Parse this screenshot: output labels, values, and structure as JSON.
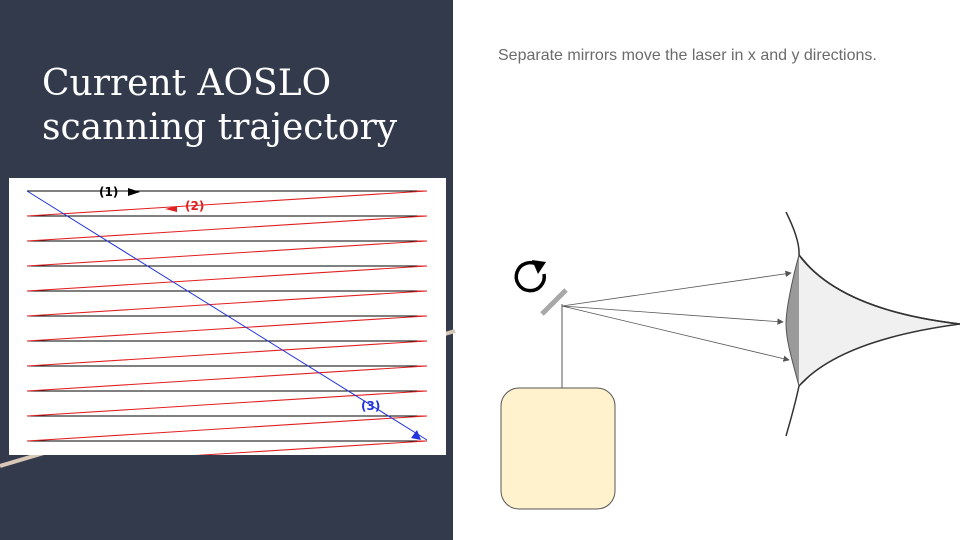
{
  "slide": {
    "title_line1": "Current AOSLO",
    "title_line2": "scanning trajectory",
    "subtitle": "Separate mirrors move the laser in x and y directions.",
    "colors": {
      "panel_background": "#323a4c",
      "scan_fast_lines": "#000000",
      "scan_return_lines": "#e02020",
      "scan_slow_diagonal": "#2233dd",
      "laser_box_fill": "#fff2cc",
      "accent_line": "#d8c8b8",
      "mirror": "#a8a8a8",
      "lens": "#9a9a9a"
    }
  },
  "scan_figure": {
    "label_fast": "(1)",
    "label_return": "(2)",
    "label_slow": "(3)"
  },
  "optics_diagram": {
    "icons": [
      "rotate-arrow-icon",
      "scan-mirror",
      "laser-source-box",
      "eye-outline",
      "eye-lens"
    ]
  }
}
